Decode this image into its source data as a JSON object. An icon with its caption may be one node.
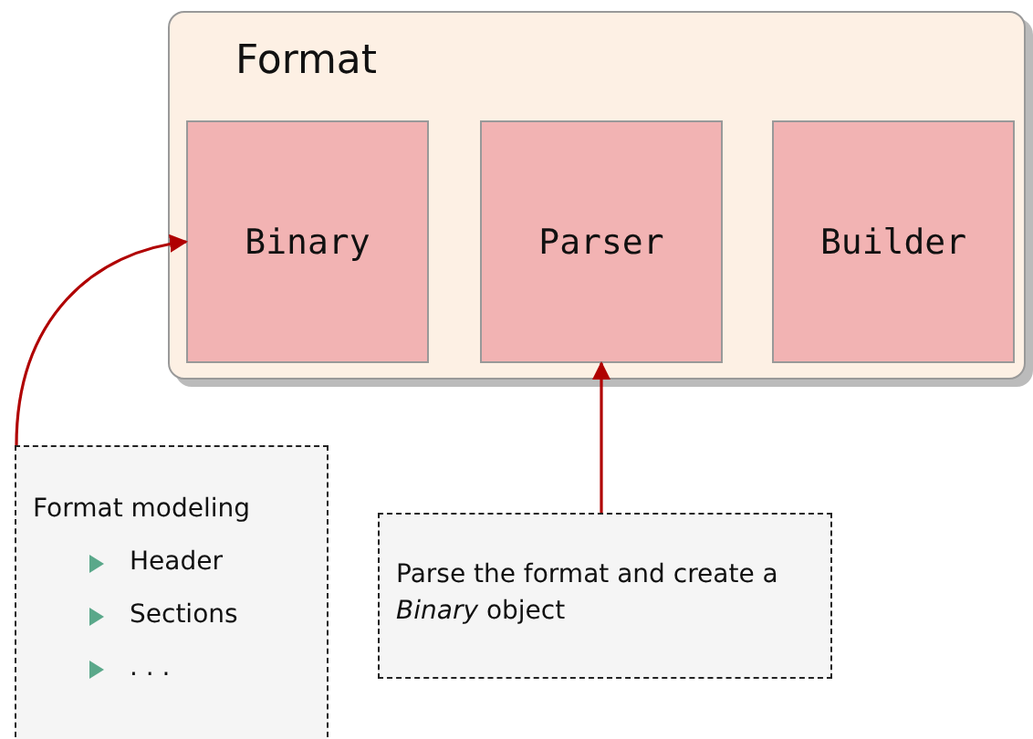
{
  "diagram": {
    "nodes": [
      {
        "text": [
          "Format"
        ]
      },
      {
        "text": [
          "Binary"
        ],
        "in": 0
      },
      {
        "text": [
          "Parser"
        ],
        "in": 0
      },
      {
        "text": [
          "Builder"
        ],
        "in": 0
      },
      {
        "text": [
          "Format modeling",
          "Header",
          "Sections",
          ". . ."
        ]
      },
      {
        "text": [
          "Parse the format and create a *Binary* object"
        ]
      }
    ],
    "edges": [
      {
        "from": 4,
        "to": 1,
        "arrow": "to"
      },
      {
        "from": 5,
        "to": 2,
        "arrow": "to"
      }
    ]
  }
}
